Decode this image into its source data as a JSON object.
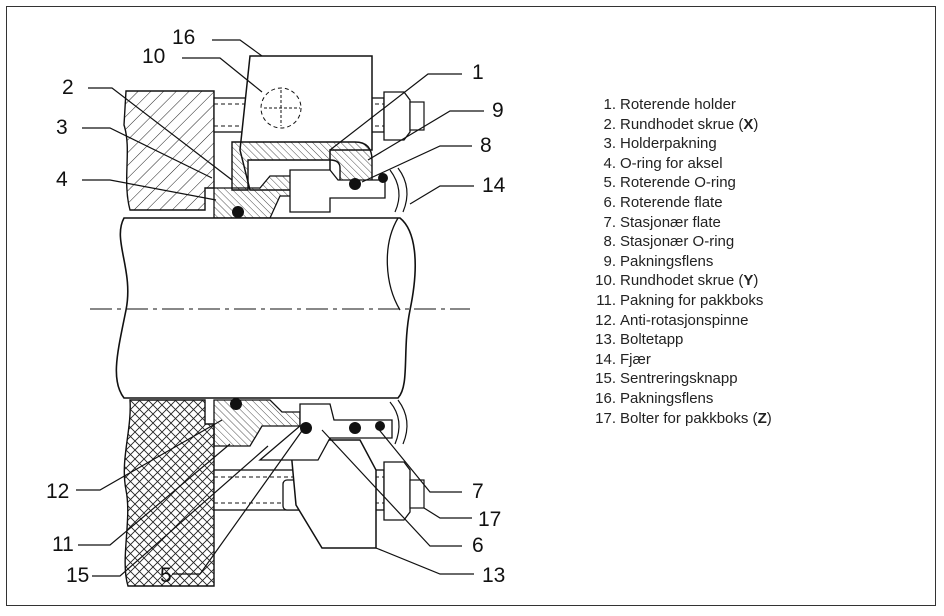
{
  "callouts": [
    "16",
    "10",
    "1",
    "2",
    "9",
    "3",
    "8",
    "4",
    "14",
    "12",
    "7",
    "17",
    "11",
    "6",
    "15",
    "5",
    "13"
  ],
  "legend": [
    {
      "num": "1.",
      "text": "Roterende holder"
    },
    {
      "num": "2.",
      "text": "Rundhodet skrue (",
      "bold": "X",
      "after": ")"
    },
    {
      "num": "3.",
      "text": "Holderpakning"
    },
    {
      "num": "4.",
      "text": "O-ring for aksel"
    },
    {
      "num": "5.",
      "text": "Roterende O-ring"
    },
    {
      "num": "6.",
      "text": "Roterende flate"
    },
    {
      "num": "7.",
      "text": "Stasjonær flate"
    },
    {
      "num": "8.",
      "text": "Stasjonær O-ring"
    },
    {
      "num": "9.",
      "text": "Pakningsflens"
    },
    {
      "num": "10.",
      "text": "Rundhodet skrue (",
      "bold": "Y",
      "after": ")"
    },
    {
      "num": "11.",
      "text": "Pakning for pakkboks"
    },
    {
      "num": "12.",
      "text": "Anti-rotasjonspinne"
    },
    {
      "num": "13.",
      "text": "Boltetapp"
    },
    {
      "num": "14.",
      "text": "Fjær"
    },
    {
      "num": "15.",
      "text": "Sentreringsknapp"
    },
    {
      "num": "16.",
      "text": "Pakningsflens"
    },
    {
      "num": "17.",
      "text": "Bolter for pakkboks (",
      "bold": "Z",
      "after": ")"
    }
  ]
}
